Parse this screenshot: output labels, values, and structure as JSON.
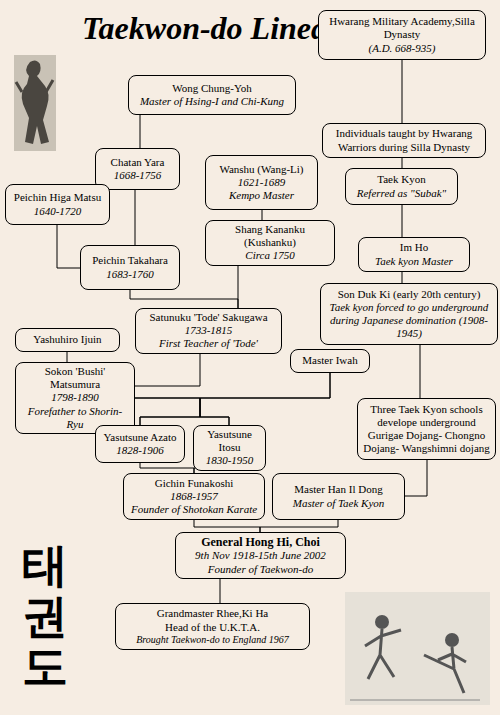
{
  "diagram": {
    "title": "Taekwon-do Lineage",
    "nodes": [
      {
        "text": [
          "Hwarang Military Academy,Silla Dynasty",
          "(A.D. 668-935)"
        ]
      },
      {
        "text": [
          "Wong Chung-Yoh",
          "Master of Hsing-I and Chi-Kung"
        ]
      },
      {
        "text": [
          "Individuals taught by Hwarang Warriors during Silla Dynasty"
        ]
      },
      {
        "text": [
          "Chatan Yara",
          "1668-1756"
        ]
      },
      {
        "text": [
          "Wanshu (Wang-Li)",
          "1621-1689",
          "Kempo Master"
        ]
      },
      {
        "text": [
          "Taek Kyon",
          "Referred as \"Subak\""
        ]
      },
      {
        "text": [
          "Peichin Higa Matsu",
          "1640-1720"
        ]
      },
      {
        "text": [
          "Shang Kananku (Kushanku)",
          "Circa 1750"
        ]
      },
      {
        "text": [
          "Im Ho",
          "Taek kyon Master"
        ]
      },
      {
        "text": [
          "Peichin Takahara",
          "1683-1760"
        ]
      },
      {
        "text": [
          "Son Duk Ki (early 20th century)",
          "Taek kyon forced to go underground during Japanese domination (1908-1945)"
        ]
      },
      {
        "text": [
          "Satunuku 'Tode' Sakugawa",
          "1733-1815",
          "First Teacher of 'Tode'"
        ]
      },
      {
        "text": [
          "Yashuhiro Ijuin"
        ]
      },
      {
        "text": [
          "Master Iwah"
        ]
      },
      {
        "text": [
          "Sokon 'Bushi' Matsumura",
          "1798-1890",
          "Forefather to Shorin-Ryu"
        ]
      },
      {
        "text": [
          "Three Taek Kyon schools develope underground",
          "Gurigae Dojang- Chongno Dojang- Wangshimni dojang"
        ]
      },
      {
        "text": [
          "Yasutsune Azato",
          "1828-1906"
        ]
      },
      {
        "text": [
          "Yasutsune Itosu",
          "1830-1950"
        ]
      },
      {
        "text": [
          "Gichin Funakoshi",
          "1868-1957",
          "Founder of Shotokan Karate"
        ]
      },
      {
        "text": [
          "Master Han Il Dong",
          "Master of Taek Kyon"
        ]
      },
      {
        "text": [
          "General Hong Hi, Choi",
          "9th Nov 1918-15th June 2002",
          "Founder of Taekwon-do"
        ]
      },
      {
        "text": [
          "Grandmaster Rhee,Ki Ha",
          "Head of the U.K.T.A.",
          "Brought Taekwon-do to England 1967"
        ]
      }
    ],
    "edges": [
      {
        "from": 0,
        "to": 2,
        "arrow": "none"
      },
      {
        "from": 2,
        "to": 5,
        "arrow": "none"
      },
      {
        "from": 5,
        "to": 8,
        "arrow": "none"
      },
      {
        "from": 8,
        "to": 10,
        "arrow": "none"
      },
      {
        "from": 10,
        "to": 15,
        "arrow": "none"
      },
      {
        "from": 15,
        "to": 19,
        "arrow": "none"
      },
      {
        "from": 19,
        "to": 20,
        "arrow": "none"
      },
      {
        "from": 1,
        "to": 3,
        "arrow": "none"
      },
      {
        "from": 3,
        "to": 9,
        "arrow": "none"
      },
      {
        "from": 6,
        "to": 9,
        "arrow": "none"
      },
      {
        "from": 4,
        "to": 7,
        "arrow": "none"
      },
      {
        "from": 7,
        "to": 11,
        "arrow": "none"
      },
      {
        "from": 9,
        "to": 11,
        "arrow": "none"
      },
      {
        "from": 11,
        "to": 14,
        "arrow": "none"
      },
      {
        "from": 12,
        "to": 14,
        "arrow": "none"
      },
      {
        "from": 14,
        "to": 16,
        "arrow": "none"
      },
      {
        "from": 14,
        "to": 17,
        "arrow": "none"
      },
      {
        "from": 13,
        "to": 16,
        "arrow": "none"
      },
      {
        "from": 13,
        "to": 17,
        "arrow": "none"
      },
      {
        "from": 16,
        "to": 18,
        "arrow": "none"
      },
      {
        "from": 17,
        "to": 18,
        "arrow": "none"
      },
      {
        "from": 18,
        "to": 20,
        "arrow": "none"
      },
      {
        "from": 20,
        "to": 21,
        "arrow": "none"
      }
    ],
    "labels": [
      "태권도"
    ]
  }
}
